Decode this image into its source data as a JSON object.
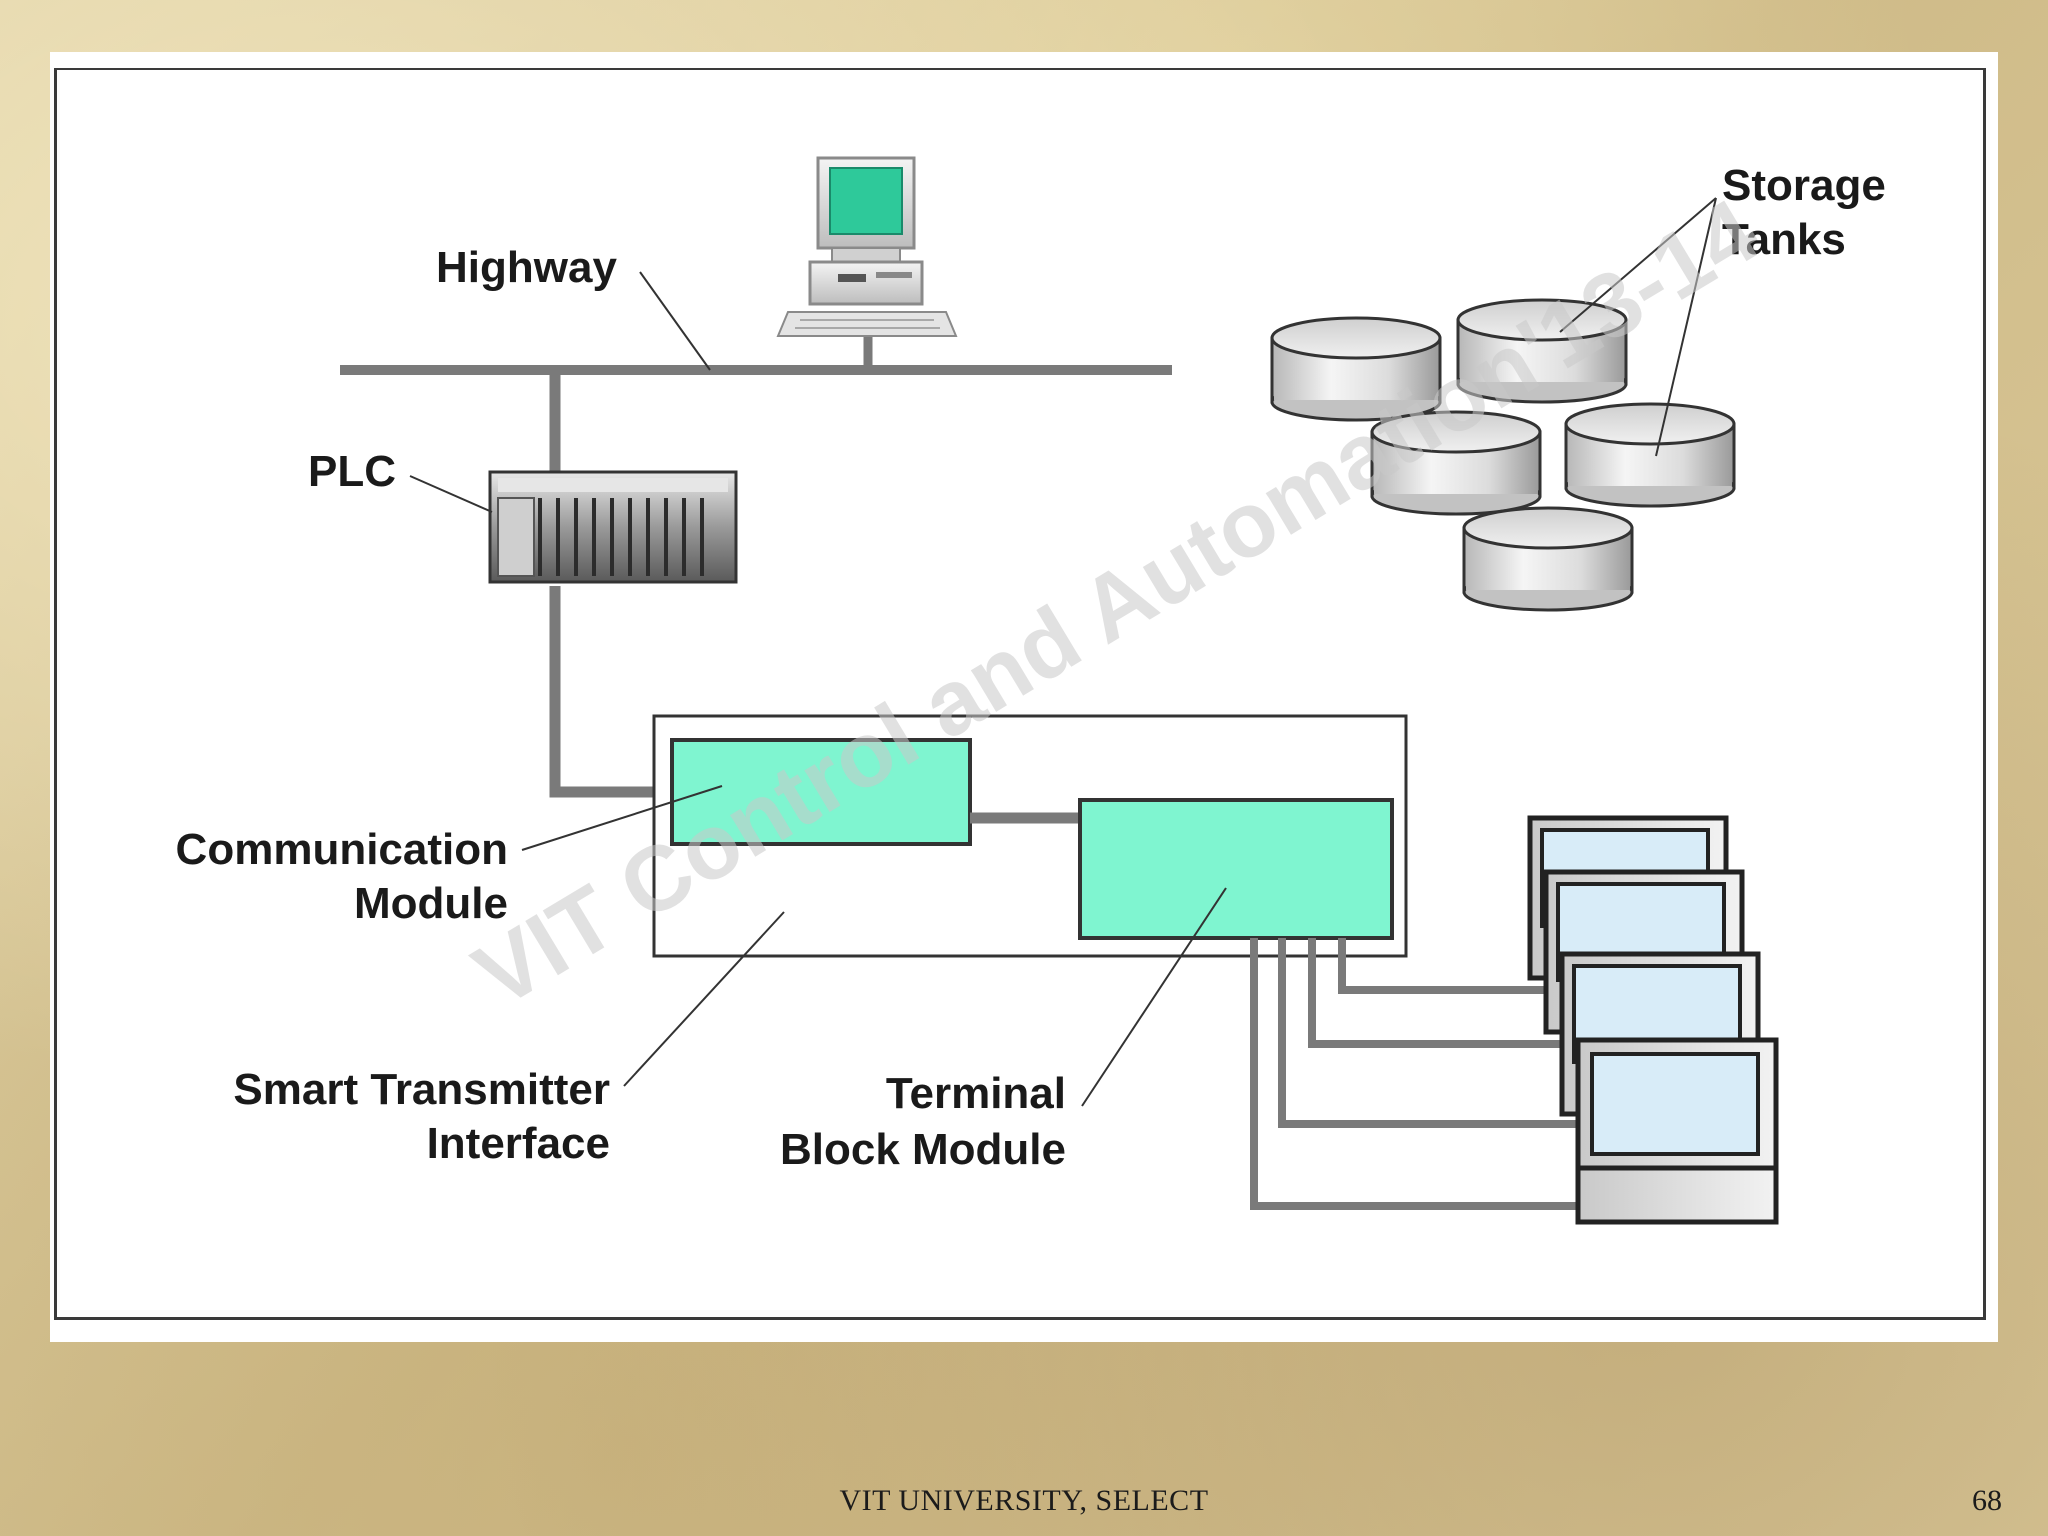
{
  "diagram": {
    "labels": {
      "highway": "Highway",
      "plc": "PLC",
      "storage_tanks_line1": "Storage",
      "storage_tanks_line2": "Tanks",
      "communication_module_line1": "Communication",
      "communication_module_line2": "Module",
      "smart_transmitter_line1": "Smart Transmitter",
      "smart_transmitter_line2": "Interface",
      "terminal_block_line1": "Terminal",
      "terminal_block_line2": "Block Module"
    },
    "watermark": "VIT Control and Automation'13-14",
    "colors": {
      "module_fill": "#7ff5d0",
      "screen_fill": "#2ec99a",
      "line_gray": "#7a7a7a",
      "display_screen": "#d8ecf8"
    }
  },
  "footer": {
    "text": "VIT UNIVERSITY, SELECT",
    "page_number": "68"
  }
}
